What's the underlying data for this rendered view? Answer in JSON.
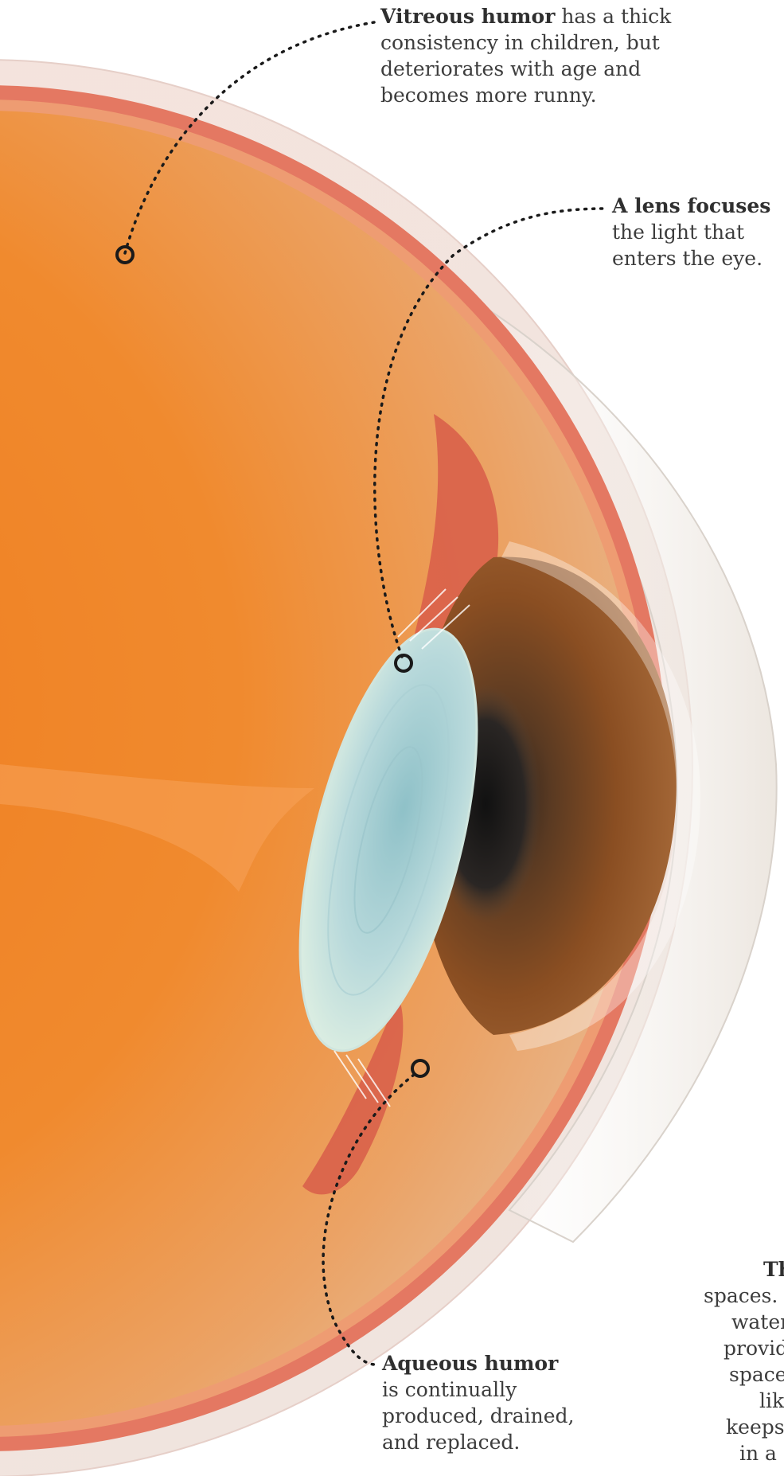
{
  "colors": {
    "vitreous": "#ef7d21",
    "sclera": "#f3ddd5",
    "choroid": "#e07a66",
    "iris": "#8a4a1e",
    "lens": "#b9d9dc",
    "leader": "#1a1a1a"
  },
  "callouts": {
    "vitreous": {
      "title": "Vitreous humor",
      "lines": [
        " has a thick",
        "consistency in children, but",
        "deteriorates with age and",
        "becomes more runny."
      ]
    },
    "lens": {
      "title": "A lens focuses",
      "lines": [
        "the light that",
        "enters the eye."
      ]
    },
    "aqueous": {
      "title": "Aqueous humor",
      "lines": [
        "is continually",
        "produced, drained,",
        "and replaced."
      ]
    },
    "cutoff": {
      "title": "Th",
      "lines": [
        "spaces.",
        "water",
        "provid",
        "space",
        "like",
        "keeps",
        "in a"
      ]
    }
  }
}
